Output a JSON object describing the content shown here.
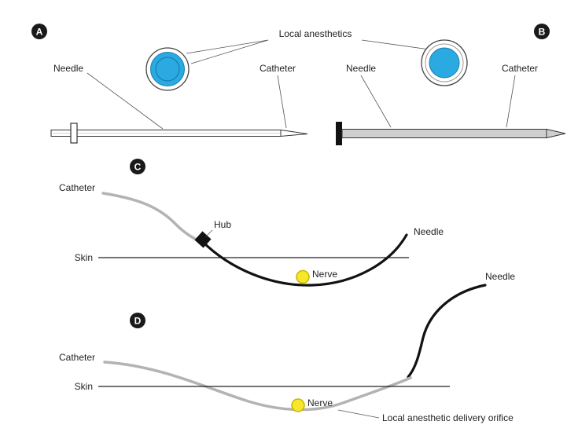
{
  "panel_a": {
    "badge": "A",
    "needle_label": "Needle",
    "catheter_label": "Catheter"
  },
  "panel_b": {
    "badge": "B",
    "needle_label": "Needle",
    "catheter_label": "Catheter"
  },
  "shared_top": {
    "local_anesthetics_label": "Local anesthetics"
  },
  "panel_c": {
    "badge": "C",
    "catheter_label": "Catheter",
    "hub_label": "Hub",
    "needle_label": "Needle",
    "skin_label": "Skin",
    "nerve_label": "Nerve"
  },
  "panel_d": {
    "badge": "D",
    "needle_label": "Needle",
    "catheter_label": "Catheter",
    "skin_label": "Skin",
    "nerve_label": "Nerve",
    "orifice_label": "Local anesthetic delivery orifice"
  },
  "colors": {
    "anesthetic_blue": "#2BA9E1",
    "anesthetic_blue_edge": "#1580B0",
    "nerve_yellow": "#F6E72B",
    "catheter_gray": "#B3B3B3",
    "needle_black": "#121212",
    "badge_black": "#1A1A1A"
  }
}
